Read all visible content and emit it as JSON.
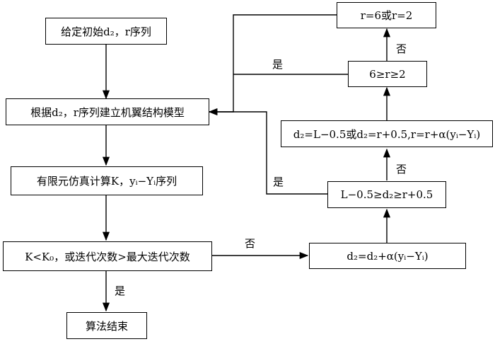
{
  "nodes": {
    "init": "给定初始d₂，r序列",
    "model": "根据d₂，r序列建立机翼结构模型",
    "fem": "有限元仿真计算K，yᵢ−Yᵢ序列",
    "cond": "K<K₀，或迭代次数>最大迭代次数",
    "end": "算法结束",
    "update_d2": "d₂=d₂+α(yᵢ−Yᵢ)",
    "range_check": "L−0.5≥d₂≥r+0.5",
    "assign": "d₂=L−0.5或d₂=r+0.5,r=r+α(yᵢ−Yᵢ)",
    "r_check": "6≥r≥2",
    "r_set": "r=6或r=2"
  },
  "labels": {
    "cond_yes": "是",
    "cond_no": "否",
    "range_yes": "是",
    "assign_no": "否",
    "r_yes": "是",
    "r_no": "否"
  }
}
